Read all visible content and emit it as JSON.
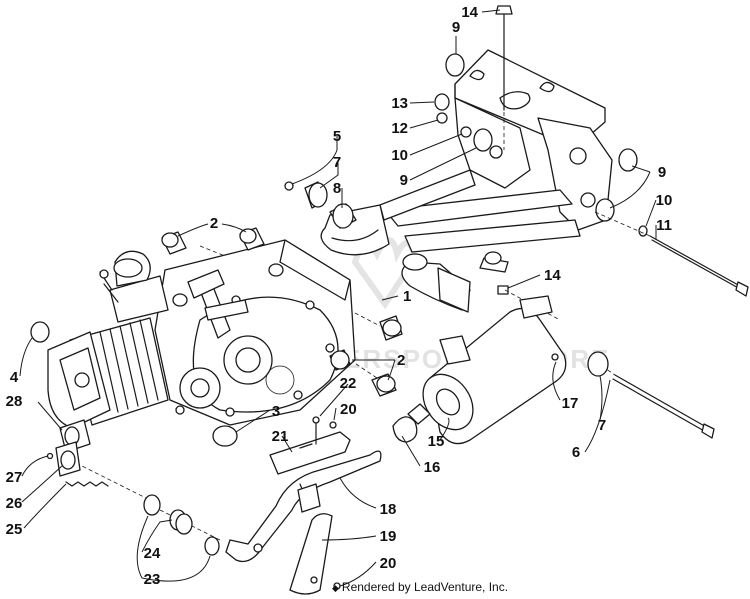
{
  "callouts": [
    {
      "id": "c14a",
      "label": "14"
    },
    {
      "id": "c9a",
      "label": "9"
    },
    {
      "id": "c13",
      "label": "13"
    },
    {
      "id": "c12",
      "label": "12"
    },
    {
      "id": "c10a",
      "label": "10"
    },
    {
      "id": "c9b",
      "label": "9"
    },
    {
      "id": "c5",
      "label": "5"
    },
    {
      "id": "c7a",
      "label": "7"
    },
    {
      "id": "c8",
      "label": "8"
    },
    {
      "id": "c9c",
      "label": "9"
    },
    {
      "id": "c10b",
      "label": "10"
    },
    {
      "id": "c11",
      "label": "11"
    },
    {
      "id": "c2a",
      "label": "2"
    },
    {
      "id": "c14b",
      "label": "14"
    },
    {
      "id": "c1",
      "label": "1"
    },
    {
      "id": "c2b",
      "label": "2"
    },
    {
      "id": "c4",
      "label": "4"
    },
    {
      "id": "c28",
      "label": "28"
    },
    {
      "id": "c3",
      "label": "3"
    },
    {
      "id": "c22",
      "label": "22"
    },
    {
      "id": "c20a",
      "label": "20"
    },
    {
      "id": "c21",
      "label": "21"
    },
    {
      "id": "c17",
      "label": "17"
    },
    {
      "id": "c7b",
      "label": "7"
    },
    {
      "id": "c15",
      "label": "15"
    },
    {
      "id": "c16",
      "label": "16"
    },
    {
      "id": "c6",
      "label": "6"
    },
    {
      "id": "c27",
      "label": "27"
    },
    {
      "id": "c26",
      "label": "26"
    },
    {
      "id": "c25",
      "label": "25"
    },
    {
      "id": "c18",
      "label": "18"
    },
    {
      "id": "c19",
      "label": "19"
    },
    {
      "id": "c24",
      "label": "24"
    },
    {
      "id": "c23",
      "label": "23"
    },
    {
      "id": "c20b",
      "label": "20"
    }
  ],
  "watermark": "POWERSPORTS STORE",
  "credit": "Rendered by LeadVenture, Inc.",
  "credit_icon": "leadventure-logo-icon"
}
